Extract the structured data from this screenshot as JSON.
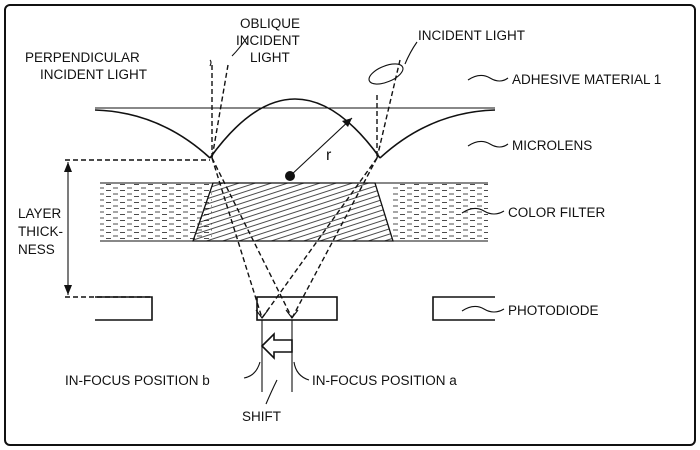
{
  "labels": {
    "oblique_incident_light": [
      "OBLIQUE",
      "INCIDENT",
      "LIGHT"
    ],
    "perpendicular_incident_light": [
      "PERPENDICULAR",
      "INCIDENT LIGHT"
    ],
    "incident_light": "INCIDENT LIGHT",
    "adhesive_material": "ADHESIVE MATERIAL 1",
    "microlens": "MICROLENS",
    "color_filter": "COLOR FILTER",
    "layer_thickness": [
      "LAYER",
      "THICK-",
      "NESS"
    ],
    "photodiode": "PHOTODIODE",
    "radius": "r",
    "in_focus_b": "IN-FOCUS POSITION b",
    "in_focus_a": "IN-FOCUS POSITION a",
    "shift": "SHIFT"
  },
  "colors": {
    "ink": "#111111",
    "background": "#ffffff"
  }
}
